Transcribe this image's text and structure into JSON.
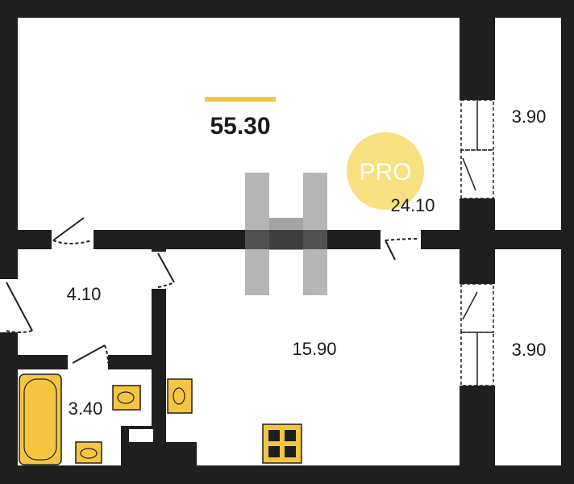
{
  "total_area": {
    "value": "55.30",
    "accent_color": "#F5C542"
  },
  "badge": {
    "text": "PRO",
    "color": "#F7DA6B"
  },
  "rooms": {
    "living": {
      "area": "24.10"
    },
    "kitchen": {
      "area": "15.90"
    },
    "hallway": {
      "area": "4.10"
    },
    "bathroom": {
      "area": "3.40"
    },
    "balcony_top": {
      "area": "3.90"
    },
    "balcony_bottom": {
      "area": "3.90"
    }
  },
  "colors": {
    "wall": "#1f1f1f",
    "fixture": "#F5C542",
    "watermark": "#7a7a7a"
  },
  "icons": [
    "bathtub-icon",
    "sink-icon",
    "toilet-icon",
    "stove-icon",
    "door-icon",
    "window-icon"
  ]
}
